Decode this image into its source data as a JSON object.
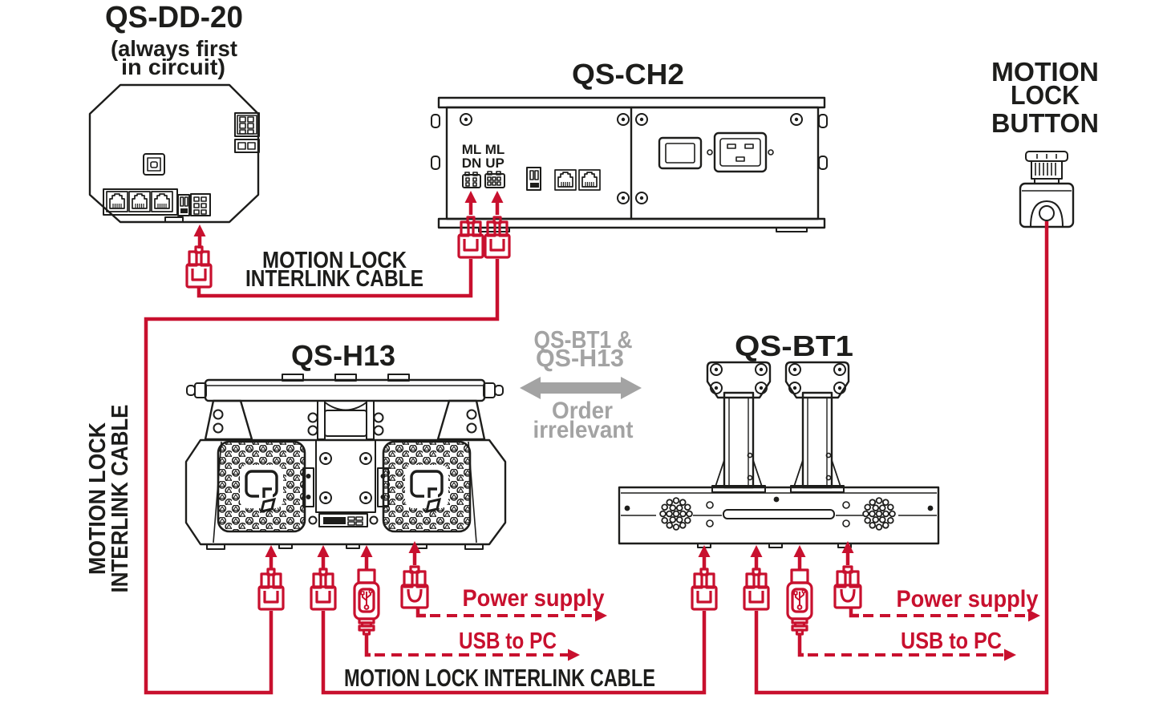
{
  "colors": {
    "accent_red": "#c8102e",
    "line_ink": "#1d1d1b",
    "note_gray": "#a3a3a3"
  },
  "devices": {
    "dd20": {
      "title": "QS-DD-20",
      "subtitle1": "(always first",
      "subtitle2": "in circuit)"
    },
    "ch2": {
      "title": "QS-CH2",
      "port_dn_line1": "ML",
      "port_dn_line2": "DN",
      "port_up_line1": "ML",
      "port_up_line2": "UP"
    },
    "h13": {
      "title": "QS-H13"
    },
    "bt1": {
      "title": "QS-BT1"
    },
    "motion_lock_button": {
      "title_line1": "MOTION",
      "title_line2": "LOCK",
      "title_line3": "BUTTON"
    }
  },
  "labels": {
    "interlink_top_line1": "MOTION LOCK",
    "interlink_top_line2": "INTERLINK CABLE",
    "interlink_left_line1": "MOTION LOCK",
    "interlink_left_line2": "INTERLINK CABLE",
    "interlink_bottom": "MOTION LOCK INTERLINK CABLE",
    "power_supply": "Power supply",
    "usb_to_pc": "USB to PC",
    "order_line1": "QS-BT1 &",
    "order_line2": "QS-H13",
    "order_line3": "Order",
    "order_line4": "irrelevant"
  }
}
